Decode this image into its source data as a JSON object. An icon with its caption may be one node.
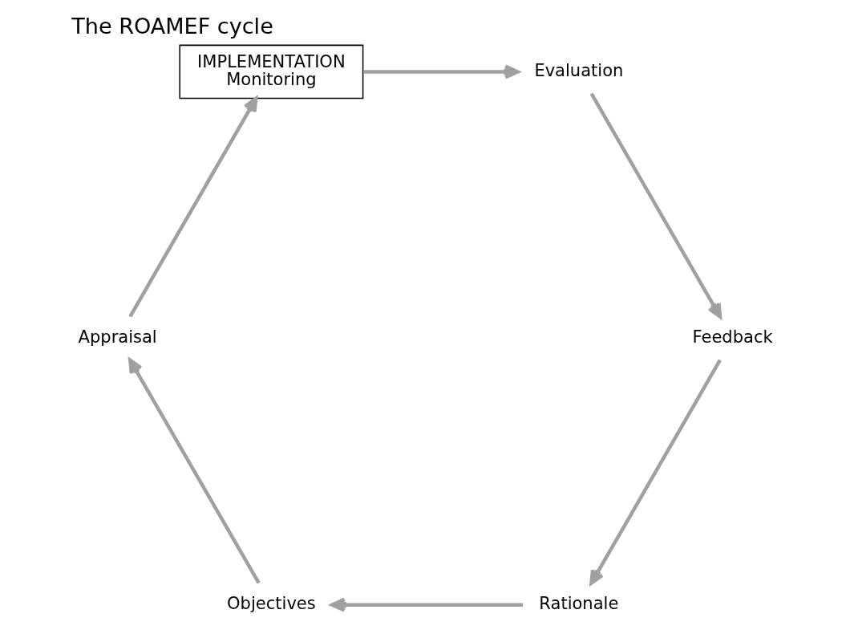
{
  "diagram": {
    "title": "The ROAMEF cycle",
    "nodes": [
      {
        "text": [
          "Rationale"
        ]
      },
      {
        "text": [
          "Objectives"
        ]
      },
      {
        "text": [
          "Appraisal"
        ]
      },
      {
        "text": [
          "IMPLEMENTATION",
          "Monitoring"
        ]
      },
      {
        "text": [
          "Evaluation"
        ]
      },
      {
        "text": [
          "Feedback"
        ]
      }
    ],
    "edges": [
      {
        "from": 0,
        "to": 1,
        "arrow": "to"
      },
      {
        "from": 1,
        "to": 2,
        "arrow": "to"
      },
      {
        "from": 2,
        "to": 3,
        "arrow": "to"
      },
      {
        "from": 3,
        "to": 4,
        "arrow": "to"
      },
      {
        "from": 4,
        "to": 5,
        "arrow": "to"
      },
      {
        "from": 5,
        "to": 0,
        "arrow": "to"
      }
    ]
  }
}
